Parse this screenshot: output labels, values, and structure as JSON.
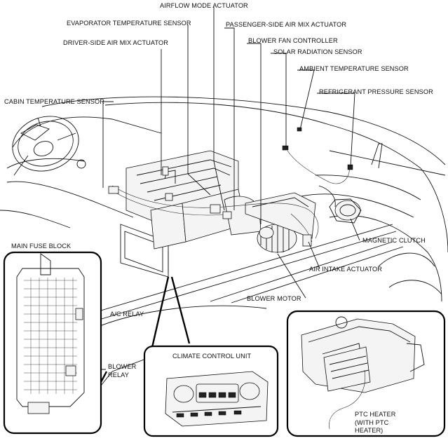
{
  "labels": {
    "airflow_mode_actuator": "AIRFLOW MODE ACTUATOR",
    "evaporator_temperature_sensor": "EVAPORATOR TEMPERATURE SENSOR",
    "passenger_side_air_mix_actuator": "PASSENGER-SIDE AIR MIX ACTUATOR",
    "blower_fan_controller": "BLOWER FAN CONTROLLER",
    "driver_side_air_mix_actuator": "DRIVER-SIDE AIR MIX ACTUATOR",
    "solar_radiation_sensor": "SOLAR RADIATION SENSOR",
    "ambient_temperature_sensor": "AMBIENT TEMPERATURE SENSOR",
    "refrigerant_pressure_sensor": "REFRIGERANT PRESSURE SENSOR",
    "cabin_temperature_sensor": "CABIN TEMPERATURE SENSOR",
    "main_fuse_block": "MAIN FUSE BLOCK",
    "magnetic_clutch": "MAGNETIC CLUTCH",
    "air_intake_actuator": "AIR INTAKE ACTUATOR",
    "ac_relay": "A/C RELAY",
    "blower_motor": "BLOWER MOTOR",
    "blower_relay_line1": "BLOWER",
    "blower_relay_line2": "RELAY",
    "climate_control_unit": "CLIMATE CONTROL UNIT",
    "ptc_heater_line1": "PTC HEATER",
    "ptc_heater_line2": "(WITH PTC",
    "ptc_heater_line3": "HEATER)"
  }
}
